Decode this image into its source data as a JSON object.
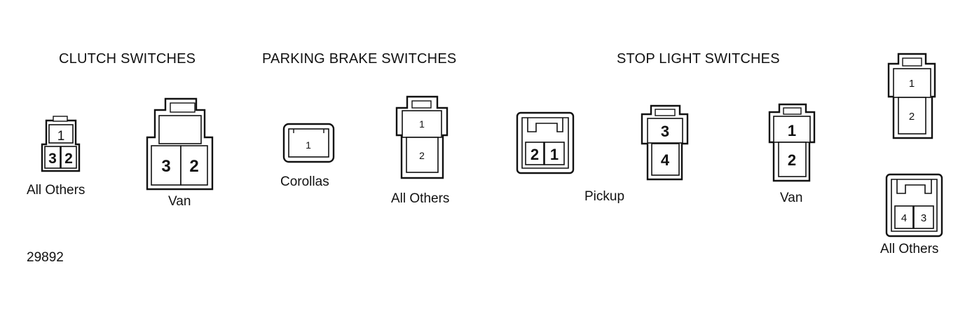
{
  "headings": {
    "clutch": "CLUTCH SWITCHES",
    "parking": "PARKING BRAKE SWITCHES",
    "stop": "STOP LIGHT SWITCHES"
  },
  "captions": {
    "clutch_all_others": "All Others",
    "clutch_van": "Van",
    "parking_corollas": "Corollas",
    "parking_all_others": "All Others",
    "stop_pickup": "Pickup",
    "stop_van": "Van",
    "stop_all_others": "All Others"
  },
  "figure_number": "29892",
  "terminals": {
    "clutch_all_others": [
      "1",
      "3",
      "2"
    ],
    "clutch_van": [
      "3",
      "2"
    ],
    "parking_corollas": [
      "1"
    ],
    "parking_all_others": [
      "1",
      "2"
    ],
    "stop_pickup_a": [
      "2",
      "1"
    ],
    "stop_pickup_b": [
      "3",
      "4"
    ],
    "stop_van": [
      "1",
      "2"
    ],
    "stop_top_right": [
      "1",
      "2"
    ],
    "stop_all_others": [
      "4",
      "3"
    ]
  }
}
